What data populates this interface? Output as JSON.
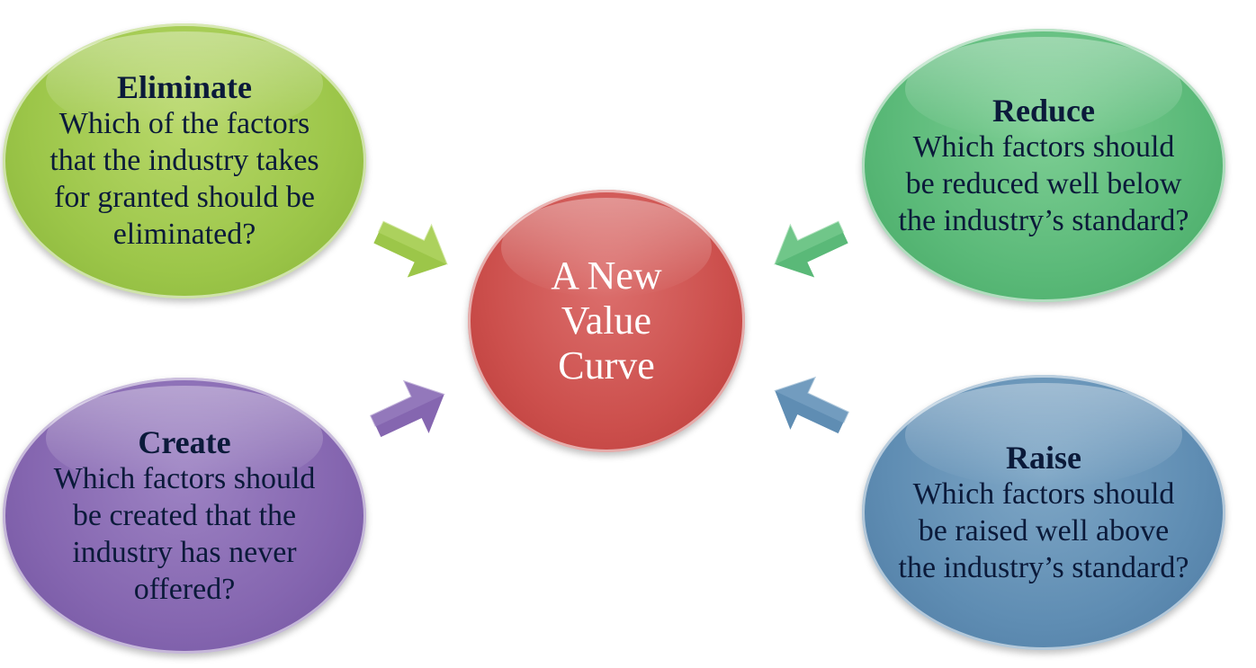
{
  "center": {
    "label": "A New Value Curve",
    "color": "#cc4f4c"
  },
  "quadrants": {
    "eliminate": {
      "title": "Eliminate",
      "body": "Which of the factors that the industry takes for granted should be eliminated?",
      "color": "#9cc649"
    },
    "reduce": {
      "title": "Reduce",
      "body": "Which factors should be reduced well below the industry’s standard?",
      "color": "#5ab978"
    },
    "create": {
      "title": "Create",
      "body": "Which factors should be created that the industry has never offered?",
      "color": "#8566b0"
    },
    "raise": {
      "title": "Raise",
      "body": "Which factors should be raised well above the industry’s standard?",
      "color": "#5f8db3"
    }
  }
}
